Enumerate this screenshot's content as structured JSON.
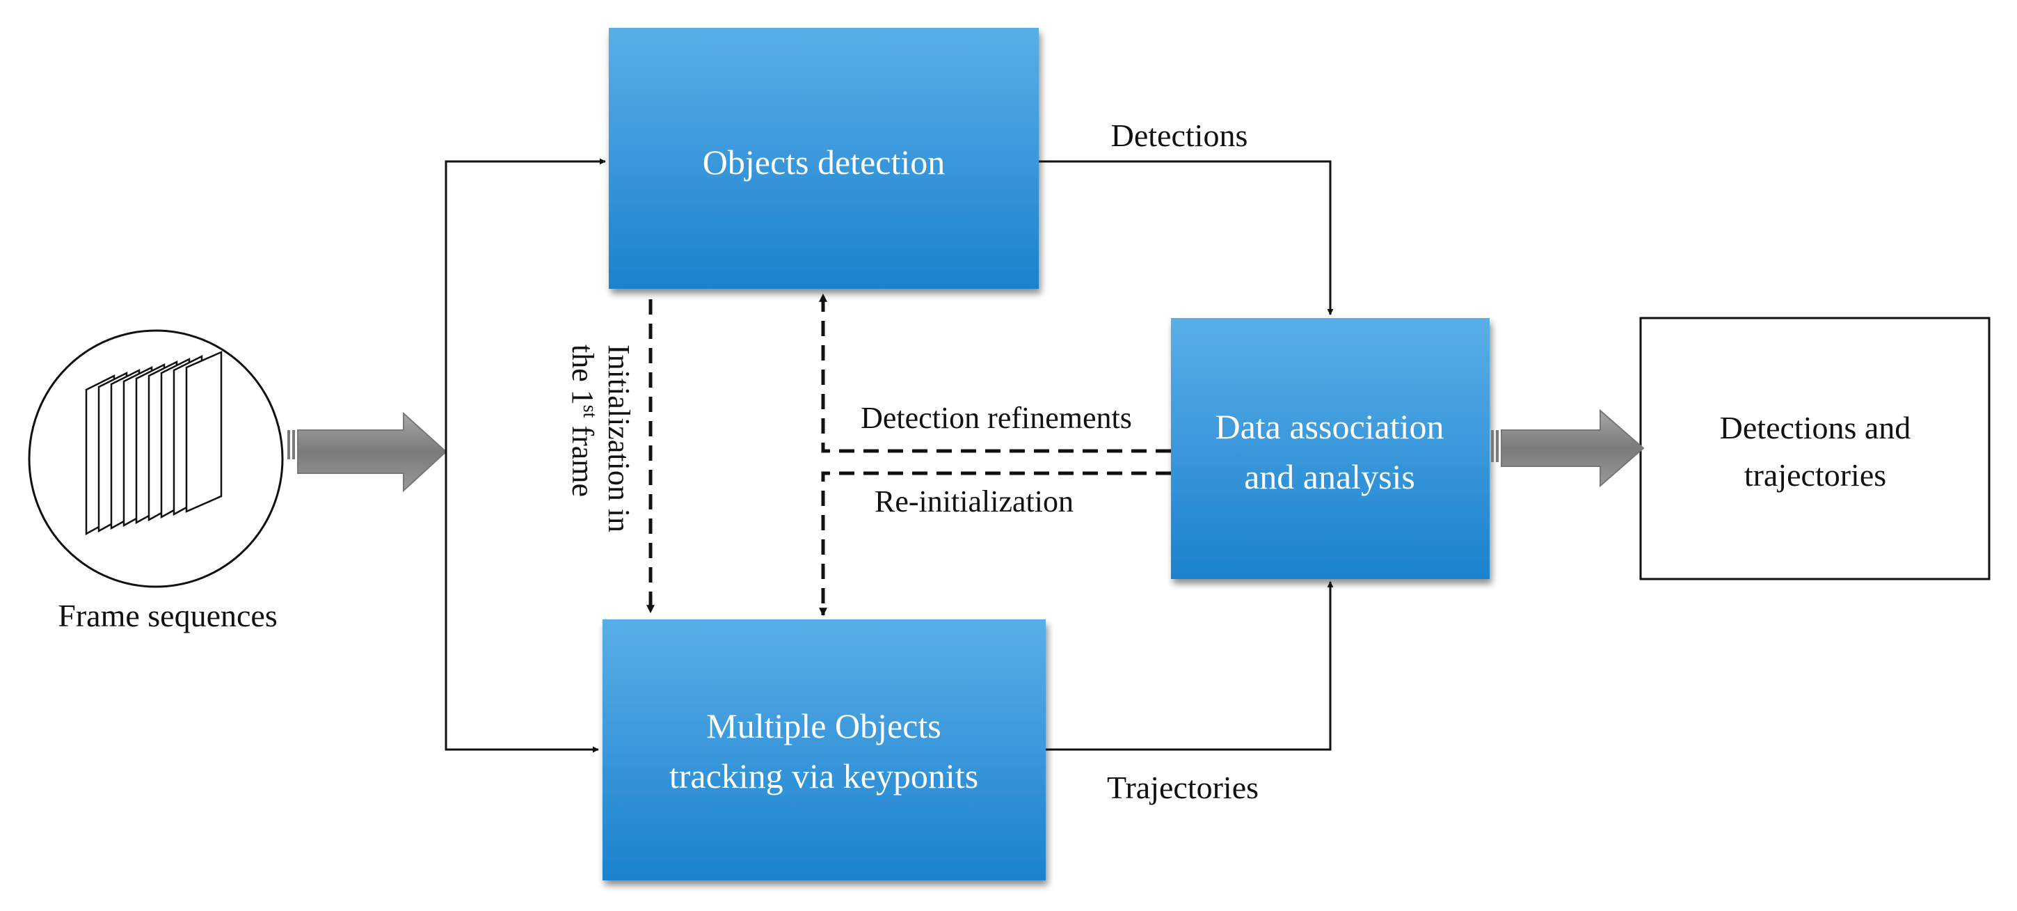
{
  "boxes": {
    "objects_detection": {
      "label": "Objects detection"
    },
    "multiple_tracking": {
      "line1": "Multiple Objects",
      "line2": "tracking via keyponits"
    },
    "data_association": {
      "line1": "Data association",
      "line2": "and analysis"
    },
    "output": {
      "line1": "Detections and",
      "line2": "trajectories"
    }
  },
  "input": {
    "label": "Frame sequences"
  },
  "edges": {
    "detections": "Detections",
    "trajectories": "Trajectories",
    "detection_refinements": "Detection refinements",
    "reinitialization": "Re-initialization",
    "init_line1": "Initialization in",
    "init_line2_prefix": "the 1",
    "init_line2_sup": "st",
    "init_line2_suffix": " frame"
  },
  "colors": {
    "box_top": "#5aaee6",
    "box_bottom": "#1b82cf",
    "arrow_gray": "#8a8a8a",
    "line": "#111111"
  }
}
